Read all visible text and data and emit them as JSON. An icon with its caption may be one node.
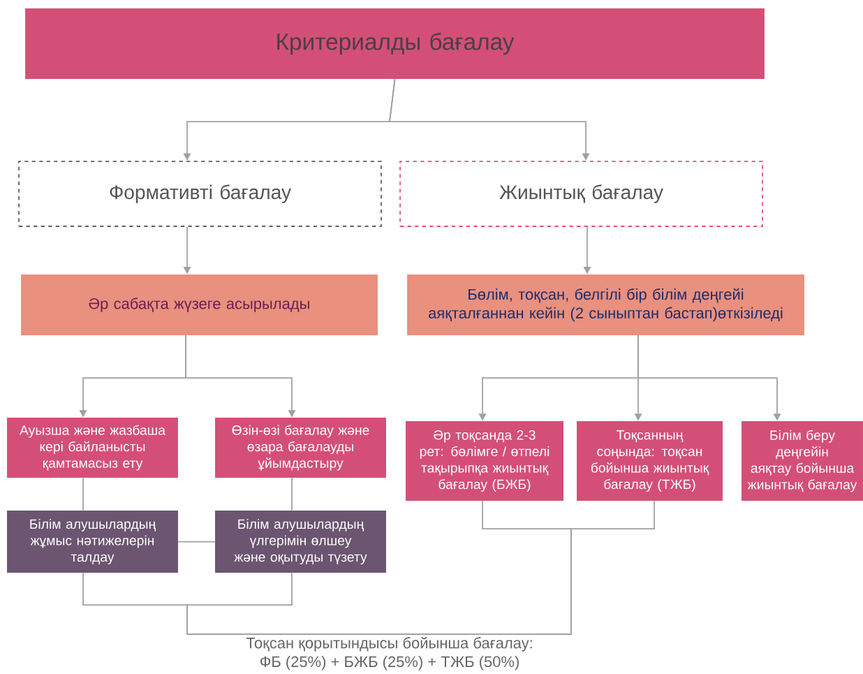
{
  "diagram": {
    "nodes": [
      {
        "text": [
          "Критериалды бағалау"
        ]
      },
      {
        "text": [
          "Формативті бағалау"
        ]
      },
      {
        "text": [
          "Жиынтық бағалау"
        ]
      },
      {
        "text": [
          "Әр сабақта жүзеге асырылады"
        ]
      },
      {
        "text": [
          "Бөлім, тоқсан, белгілі бір білім деңгейі аяқталғаннан кейін (2 сыныптан бастап)өткізіледі"
        ]
      },
      {
        "text": [
          "Ауызша және жазбаша кері байланысты қамтамасыз ету"
        ]
      },
      {
        "text": [
          "Өзін-өзі бағалау және өзара бағалауды ұйымдастыру"
        ]
      },
      {
        "text": [
          "Білім алушылардың жұмыс нәтижелерін талдау"
        ]
      },
      {
        "text": [
          "Білім алушылардың үлгерімін өлшеу және оқытуды түзету"
        ]
      },
      {
        "text": [
          "Әр тоқсанда 2-3 рет: бөлімге / өтпелі тақырыпқа жиынтық бағалау (БЖБ)"
        ]
      },
      {
        "text": [
          "Тоқсанның соңында: тоқсан бойынша жиынтық бағалау (ТЖБ)"
        ]
      },
      {
        "text": [
          "Білім беру деңгейін аяқтау бойынша жиынтық бағалау"
        ]
      },
      {
        "text": [
          "Тоқсан қорытындысы бойынша бағалау:",
          "ФБ (25%) + БЖБ (25%) + ТЖБ (50%)"
        ]
      }
    ],
    "edges": [
      {
        "from": 0,
        "to": 1,
        "arrow": "to"
      },
      {
        "from": 0,
        "to": 2,
        "arrow": "to"
      },
      {
        "from": 1,
        "to": 3,
        "arrow": "to"
      },
      {
        "from": 2,
        "to": 4,
        "arrow": "to"
      },
      {
        "from": 3,
        "to": 5,
        "arrow": "to"
      },
      {
        "from": 3,
        "to": 6,
        "arrow": "to"
      },
      {
        "from": 4,
        "to": 9,
        "arrow": "to"
      },
      {
        "from": 4,
        "to": 10,
        "arrow": "to"
      },
      {
        "from": 4,
        "to": 11,
        "arrow": "to"
      },
      {
        "from": 5,
        "to": 7,
        "arrow": "none"
      },
      {
        "from": 6,
        "to": 8,
        "arrow": "none"
      },
      {
        "from": 7,
        "to": 8,
        "arrow": "none"
      },
      {
        "from": 7,
        "to": 12,
        "arrow": "none"
      },
      {
        "from": 8,
        "to": 12,
        "arrow": "none"
      },
      {
        "from": 9,
        "to": 12,
        "arrow": "none"
      },
      {
        "from": 10,
        "to": 12,
        "arrow": "none"
      }
    ]
  }
}
